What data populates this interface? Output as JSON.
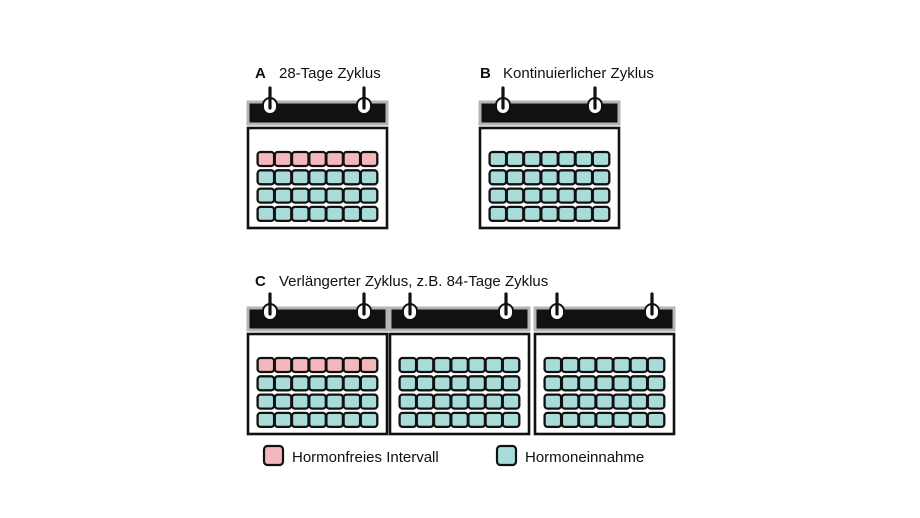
{
  "colors": {
    "hormone_free": "#f4b8bc",
    "hormone_intake": "#a9dcd9",
    "outline": "#111111",
    "calendar_header": "#111111",
    "calendar_header_border": "#b5b5b5",
    "background": "#ffffff"
  },
  "panels": [
    {
      "id": "A",
      "letter": "A",
      "title": "28-Tage Zyklus",
      "calendars": [
        {
          "rows": [
            "free",
            "intake",
            "intake",
            "intake"
          ],
          "columns": 7
        }
      ]
    },
    {
      "id": "B",
      "letter": "B",
      "title": "Kontinuierlicher Zyklus",
      "calendars": [
        {
          "rows": [
            "intake",
            "intake",
            "intake",
            "intake"
          ],
          "columns": 7
        }
      ]
    },
    {
      "id": "C",
      "letter": "C",
      "title": "Verlängerter Zyklus, z.B. 84-Tage Zyklus",
      "calendars": [
        {
          "rows": [
            "free",
            "intake",
            "intake",
            "intake"
          ],
          "columns": 7
        },
        {
          "rows": [
            "intake",
            "intake",
            "intake",
            "intake"
          ],
          "columns": 7
        },
        {
          "rows": [
            "intake",
            "intake",
            "intake",
            "intake"
          ],
          "columns": 7
        }
      ]
    }
  ],
  "legend": [
    {
      "key": "free",
      "label": "Hormonfreies Intervall"
    },
    {
      "key": "intake",
      "label": "Hormoneinnahme"
    }
  ]
}
